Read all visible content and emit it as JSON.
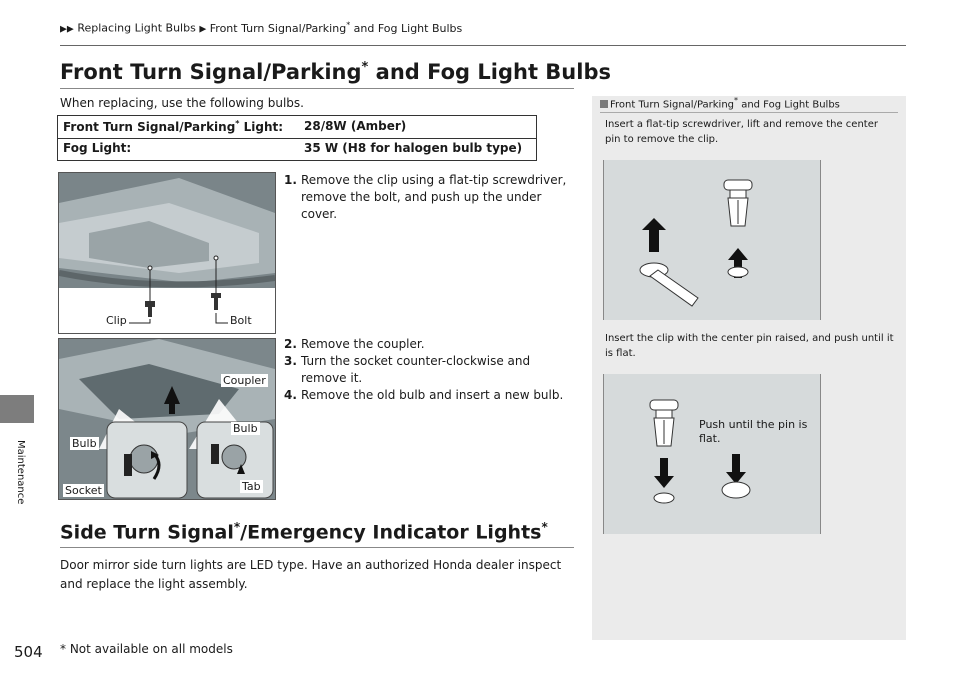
{
  "breadcrumb": {
    "item1": "Replacing Light Bulbs",
    "item2": "Front Turn Signal/Parking",
    "item2_mark": "*",
    "item2_tail": " and Fog Light Bulbs"
  },
  "side_tab": "Maintenance",
  "section1": {
    "title": "Front Turn Signal/Parking",
    "title_mark": "*",
    "title_tail": " and Fog Light Bulbs",
    "intro": "When replacing, use the following bulbs."
  },
  "spec_table": {
    "row1_label": "Front Turn Signal/Parking",
    "row1_mark": "*",
    "row1_label_tail": " Light:",
    "row1_value": "28/8W (Amber)",
    "row2_label": "Fog Light:",
    "row2_value": "35 W (H8 for halogen bulb type)"
  },
  "photo1": {
    "clip": "Clip",
    "bolt": "Bolt"
  },
  "photo2": {
    "coupler": "Coupler",
    "bulb_left": "Bulb",
    "bulb_right": "Bulb",
    "socket": "Socket",
    "tab": "Tab"
  },
  "steps": [
    {
      "num": "1.",
      "text": "Remove the clip using a flat-tip screwdriver, remove the bolt, and push up the under cover."
    },
    {
      "num": "2.",
      "text": "Remove the coupler."
    },
    {
      "num": "3.",
      "text": "Turn the socket counter-clockwise and remove it."
    },
    {
      "num": "4.",
      "text": "Remove the old bulb and insert a new bulb."
    }
  ],
  "section2": {
    "title_a": "Side Turn Signal",
    "mark_a": "*",
    "title_b": "/Emergency Indicator Lights",
    "mark_b": "*",
    "body": "Door mirror side turn lights are LED type. Have an authorized Honda dealer inspect and replace the light assembly."
  },
  "panel": {
    "heading": "Front Turn Signal/Parking",
    "heading_mark": "*",
    "heading_tail": " and Fog Light Bulbs",
    "text1": "Insert a flat-tip screwdriver, lift and remove the center pin to remove the clip.",
    "text2": "Insert the clip with the center pin raised, and push until it is flat.",
    "push_label": "Push until the pin is flat."
  },
  "page_number": "504",
  "footnote": "* Not available on all models"
}
